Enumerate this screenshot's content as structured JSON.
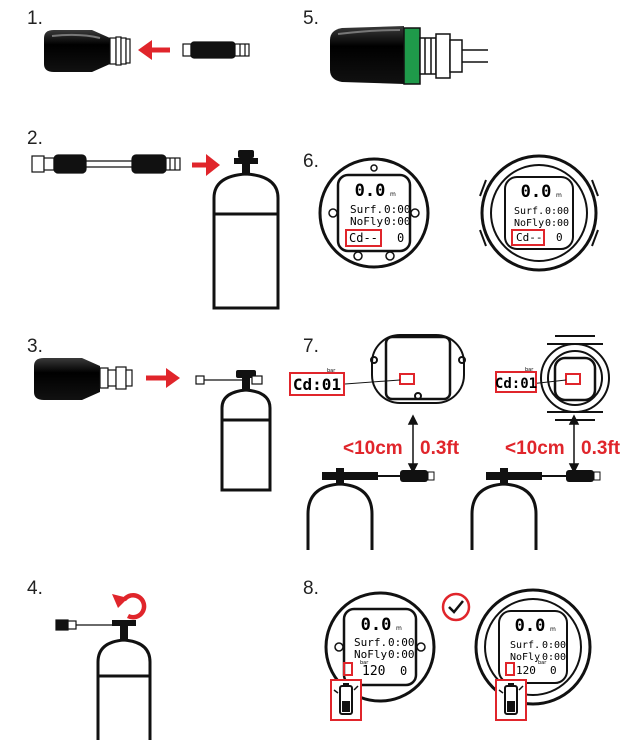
{
  "steps": [
    "1.",
    "2.",
    "3.",
    "4.",
    "5.",
    "6.",
    "7.",
    "8."
  ],
  "display": {
    "depth": "0.0",
    "depth_unit": "m",
    "surf_label": "Surf.",
    "surf_time": "0:00",
    "nofly_label": "NoFly",
    "nofly_time": "0:00",
    "code_idle": "Cd--",
    "code_zero": "0",
    "code_paired": "Cd:01",
    "bar_unit": "bar",
    "pressure": "120",
    "pressure_zero": "0"
  },
  "distance": {
    "metric": "<10cm",
    "imperial": "0.3ft"
  },
  "colors": {
    "accent": "#e0252b",
    "black": "#111111",
    "green": "#1f9a4a"
  },
  "icons": [
    "arrow-left-icon",
    "arrow-right-icon",
    "rotate-counterclockwise-icon",
    "checkmark-circle-icon",
    "battery-icon"
  ]
}
